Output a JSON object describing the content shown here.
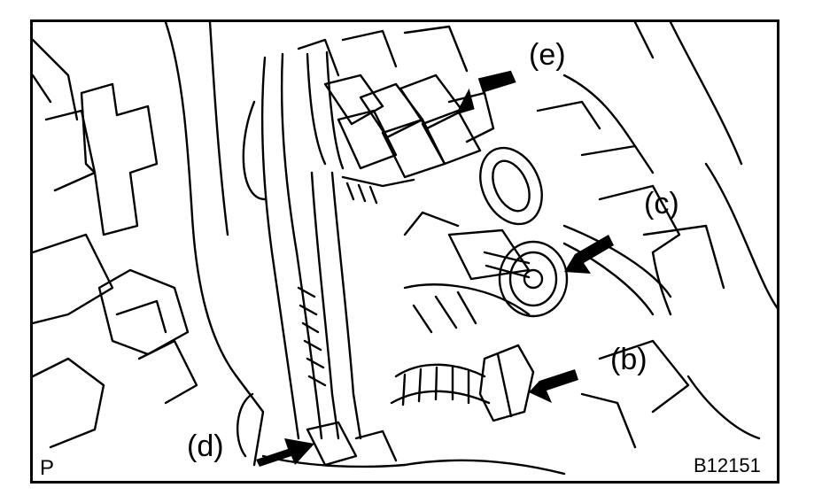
{
  "callouts": {
    "e": "(e)",
    "c": "(c)",
    "b": "(b)",
    "d": "(d)"
  },
  "corner_mark": "P",
  "figure_code": "B12151",
  "colors": {
    "line": "#000000",
    "background": "#ffffff"
  }
}
